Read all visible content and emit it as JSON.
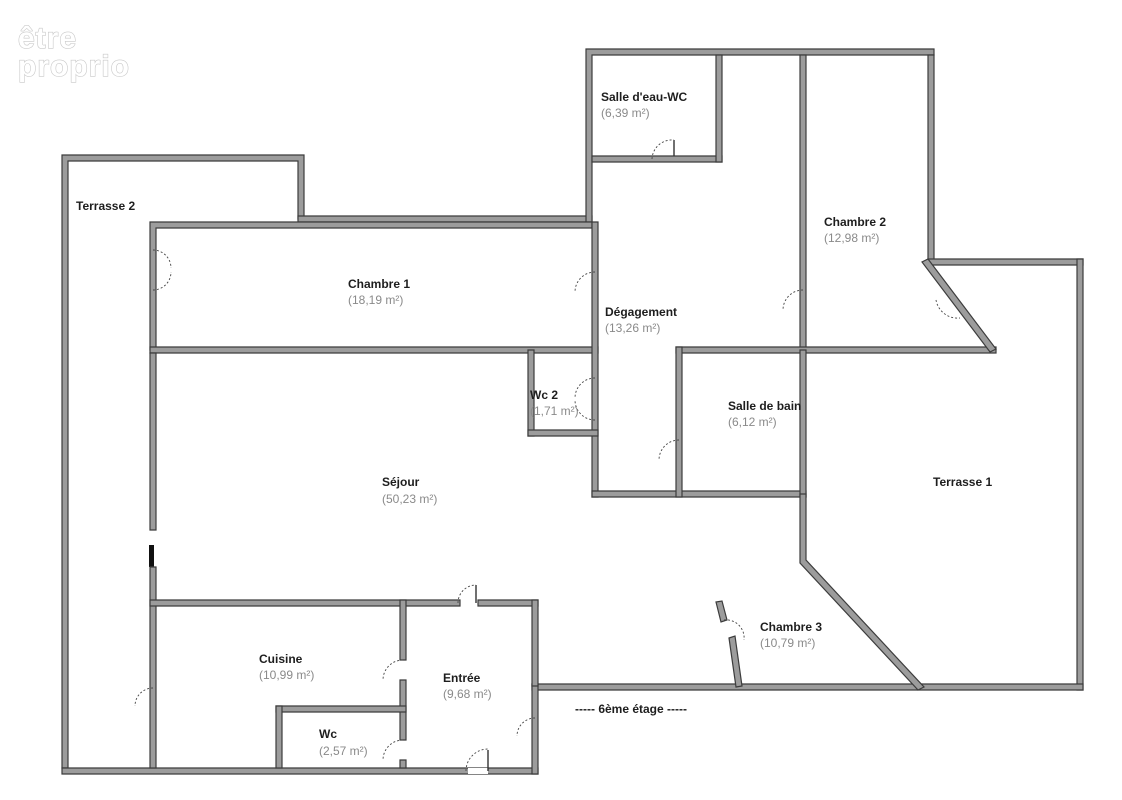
{
  "logo": {
    "line1": "être",
    "line2": "proprio"
  },
  "floor_label": "----- 6ème étage -----",
  "rooms": [
    {
      "id": "salle-eau-wc",
      "name": "Salle d'eau-WC",
      "area": "(6,39 m²)"
    },
    {
      "id": "terrasse-2",
      "name": "Terrasse 2",
      "area": ""
    },
    {
      "id": "chambre-1",
      "name": "Chambre 1",
      "area": "(18,19 m²)"
    },
    {
      "id": "chambre-2",
      "name": "Chambre 2",
      "area": "(12,98 m²)"
    },
    {
      "id": "degagement",
      "name": "Dégagement",
      "area": "(13,26 m²)"
    },
    {
      "id": "wc-2",
      "name": "Wc 2",
      "area": "(1,71 m²)"
    },
    {
      "id": "salle-de-bain",
      "name": "Salle de bain",
      "area": "(6,12 m²)"
    },
    {
      "id": "sejour",
      "name": "Séjour",
      "area": "(50,23 m²)"
    },
    {
      "id": "terrasse-1",
      "name": "Terrasse 1",
      "area": ""
    },
    {
      "id": "chambre-3",
      "name": "Chambre 3",
      "area": "(10,79 m²)"
    },
    {
      "id": "cuisine",
      "name": "Cuisine",
      "area": "(10,99 m²)"
    },
    {
      "id": "entree",
      "name": "Entrée",
      "area": "(9,68 m²)"
    },
    {
      "id": "wc",
      "name": "Wc",
      "area": "(2,57 m²)"
    }
  ],
  "colors": {
    "wall_fill": "#9c9c9c",
    "wall_stroke": "#3c3c3c",
    "area_text": "#8a8a8a"
  }
}
